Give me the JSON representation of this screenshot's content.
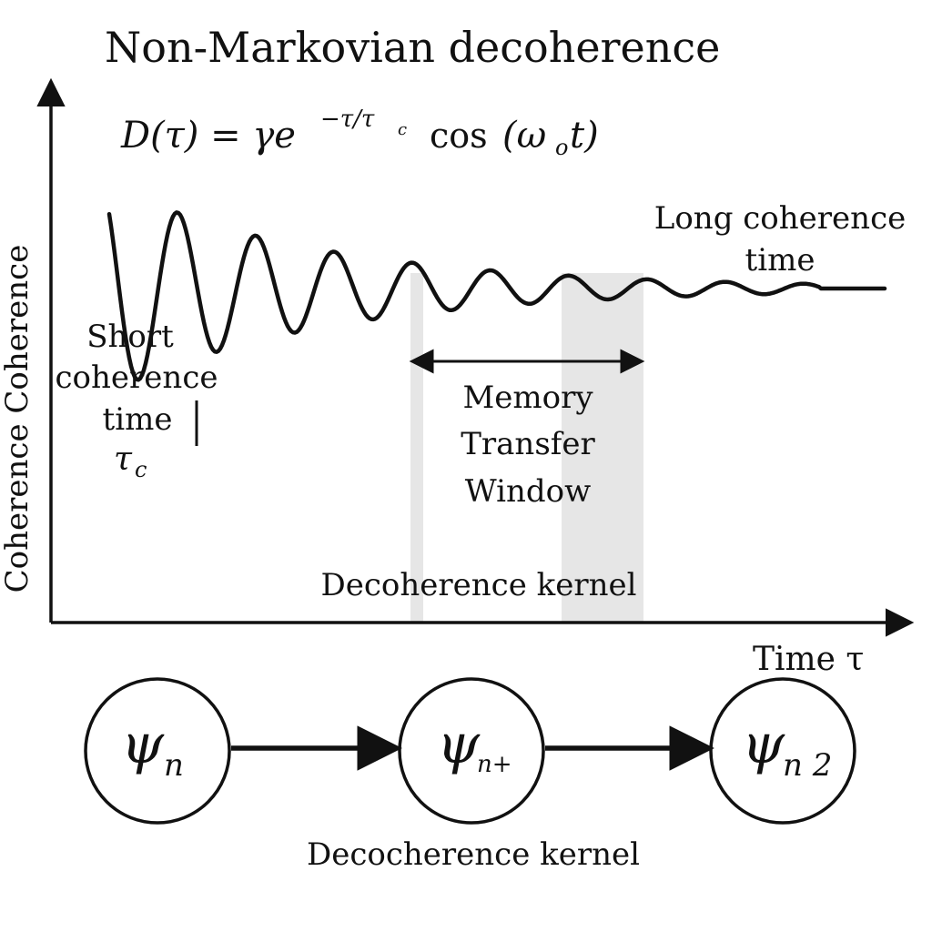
{
  "title": "Non-Markovian decoherence",
  "formula": {
    "lhs": "D(τ) = γe",
    "exponent": "−τ/τ",
    "exponent_sub": "c",
    "cos": "cos",
    "arg": "(ω",
    "arg_sub": "o",
    "arg_end": "t)"
  },
  "axes": {
    "ylabel": "Coherence Coherence",
    "xlabel": "Time τ"
  },
  "annotations": {
    "long_line1": "Long coherence",
    "long_line2": "time",
    "short_line1": "Short",
    "short_line2": "coherence",
    "short_line3": "time",
    "short_symbol": "τ",
    "short_symbol_sub": "c",
    "window_line1": "Memory",
    "window_line2": "Transfer",
    "window_line3": "Window",
    "kernel_upper": "Decoherence kernel",
    "kernel_lower": "Decocherence kernel"
  },
  "states": [
    {
      "symbol": "ψ",
      "sub": "n"
    },
    {
      "symbol": "ψ",
      "sub": "n+"
    },
    {
      "symbol": "ψ",
      "sub": "n 2"
    }
  ],
  "colors": {
    "ink": "#111111",
    "shade": "#e6e6e6"
  }
}
